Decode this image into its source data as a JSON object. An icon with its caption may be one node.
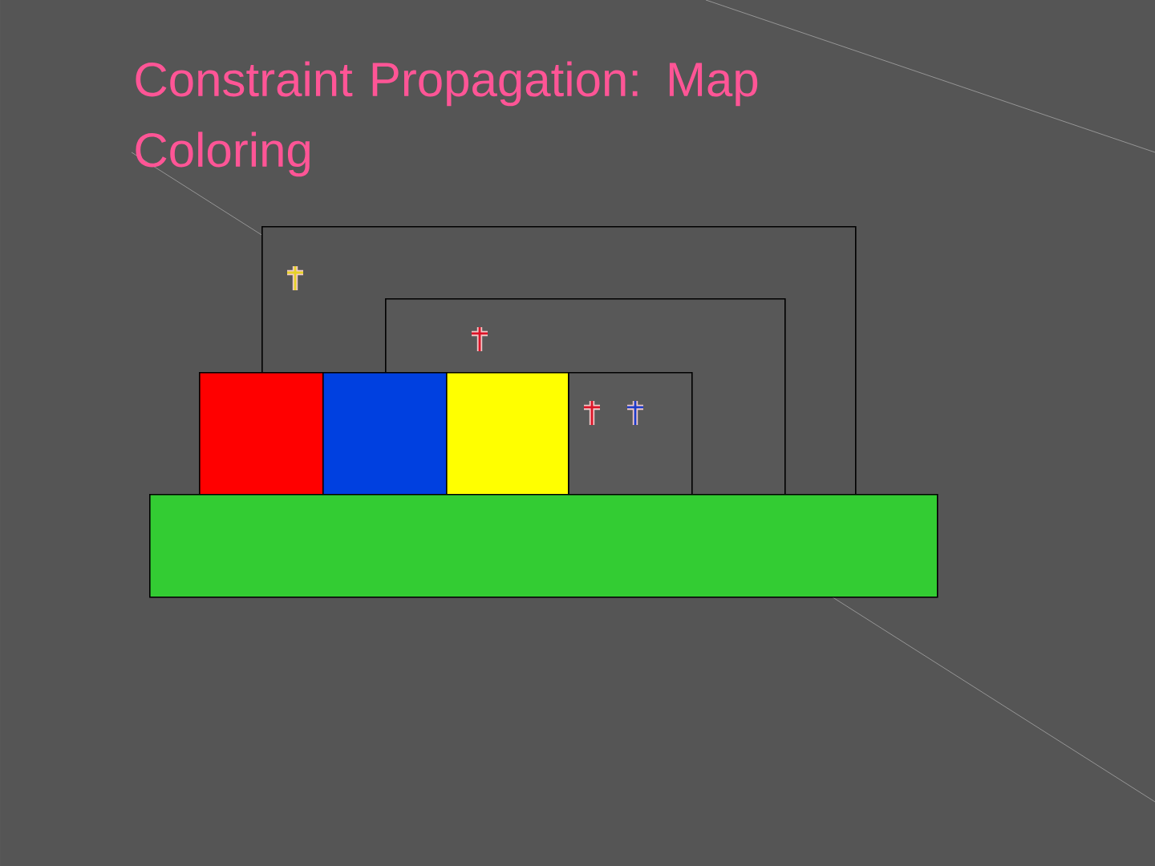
{
  "diagram": {
    "title": "Constraint Propagation: Map Coloring",
    "nodes": [
      {
        "text": [],
        "shape": "box"
      },
      {
        "text": [],
        "shape": "box",
        "in": 0
      },
      {
        "text": [],
        "shape": "box",
        "in": 1
      },
      {
        "text": [],
        "shape": "box"
      },
      {
        "text": [],
        "shape": "box",
        "in": 0
      },
      {
        "text": [],
        "shape": "box",
        "in": 1
      },
      {
        "text": [],
        "shape": "box"
      }
    ]
  }
}
